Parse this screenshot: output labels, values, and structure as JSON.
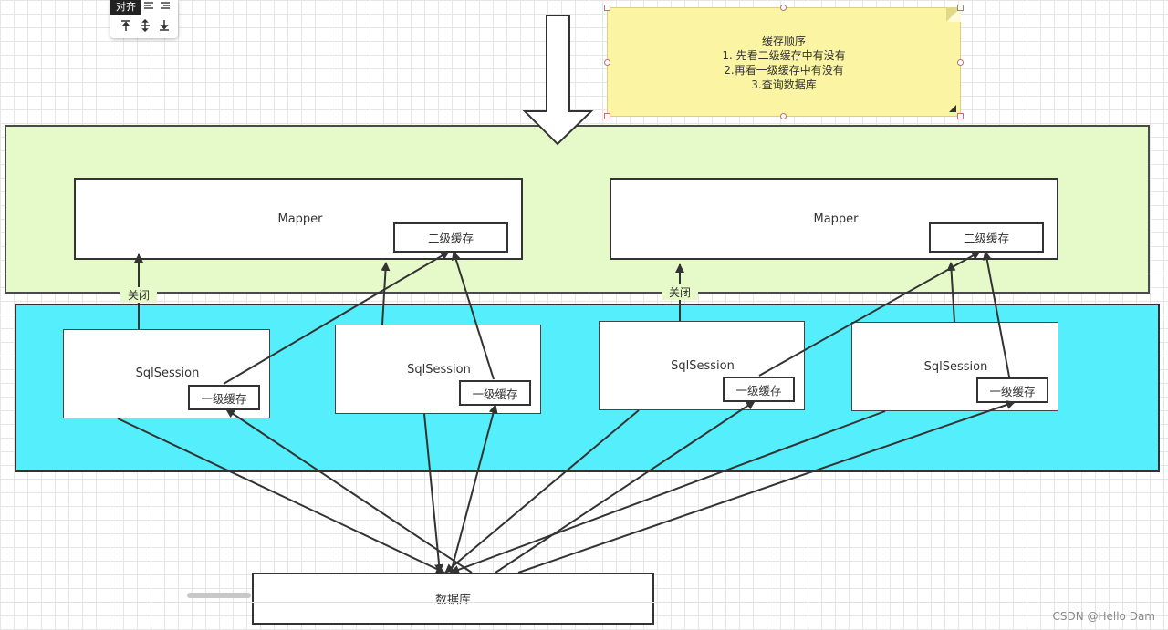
{
  "toolbar": {
    "tooltip": "对齐",
    "icons": [
      "align-left-icon",
      "align-center-icon",
      "align-top-icon",
      "align-middle-icon",
      "align-bottom-icon"
    ]
  },
  "note": {
    "title": "缓存顺序",
    "lines": [
      "1. 先看二级缓存中有没有",
      "2.再看一级缓存中有没有",
      "3.查询数据库"
    ]
  },
  "mappers": [
    {
      "label": "Mapper",
      "cache": "二级缓存"
    },
    {
      "label": "Mapper",
      "cache": "二级缓存"
    }
  ],
  "sessions": [
    {
      "label": "SqlSession",
      "cache": "一级缓存"
    },
    {
      "label": "SqlSession",
      "cache": "一级缓存"
    },
    {
      "label": "SqlSession",
      "cache": "一级缓存"
    },
    {
      "label": "SqlSession",
      "cache": "一级缓存"
    }
  ],
  "close_labels": [
    "关闭",
    "关闭"
  ],
  "database": "数据库",
  "watermark": "CSDN @Hello Dam",
  "colors": {
    "green_band": "#e6f9c9",
    "cyan_band": "#55eefc",
    "note": "#fbf5a3"
  }
}
